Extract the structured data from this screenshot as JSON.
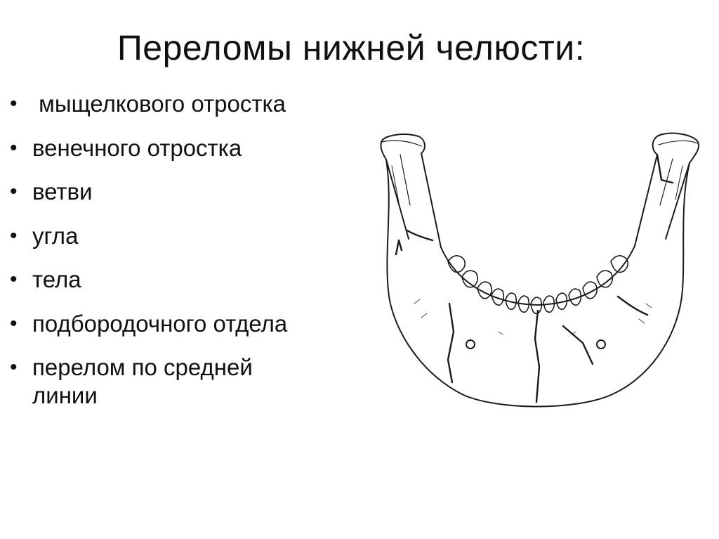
{
  "slide": {
    "title": "Переломы нижней челюсти:",
    "bullets": [
      " мыщелкового отростка",
      "венечного отростка",
      "ветви",
      "угла",
      "тела",
      "подбородочного отдела",
      "перелом по средней\nлинии"
    ],
    "bullet_symbol": "•"
  },
  "figure": {
    "icon": "mandible-illustration",
    "line_color": "#1a1a1a"
  }
}
